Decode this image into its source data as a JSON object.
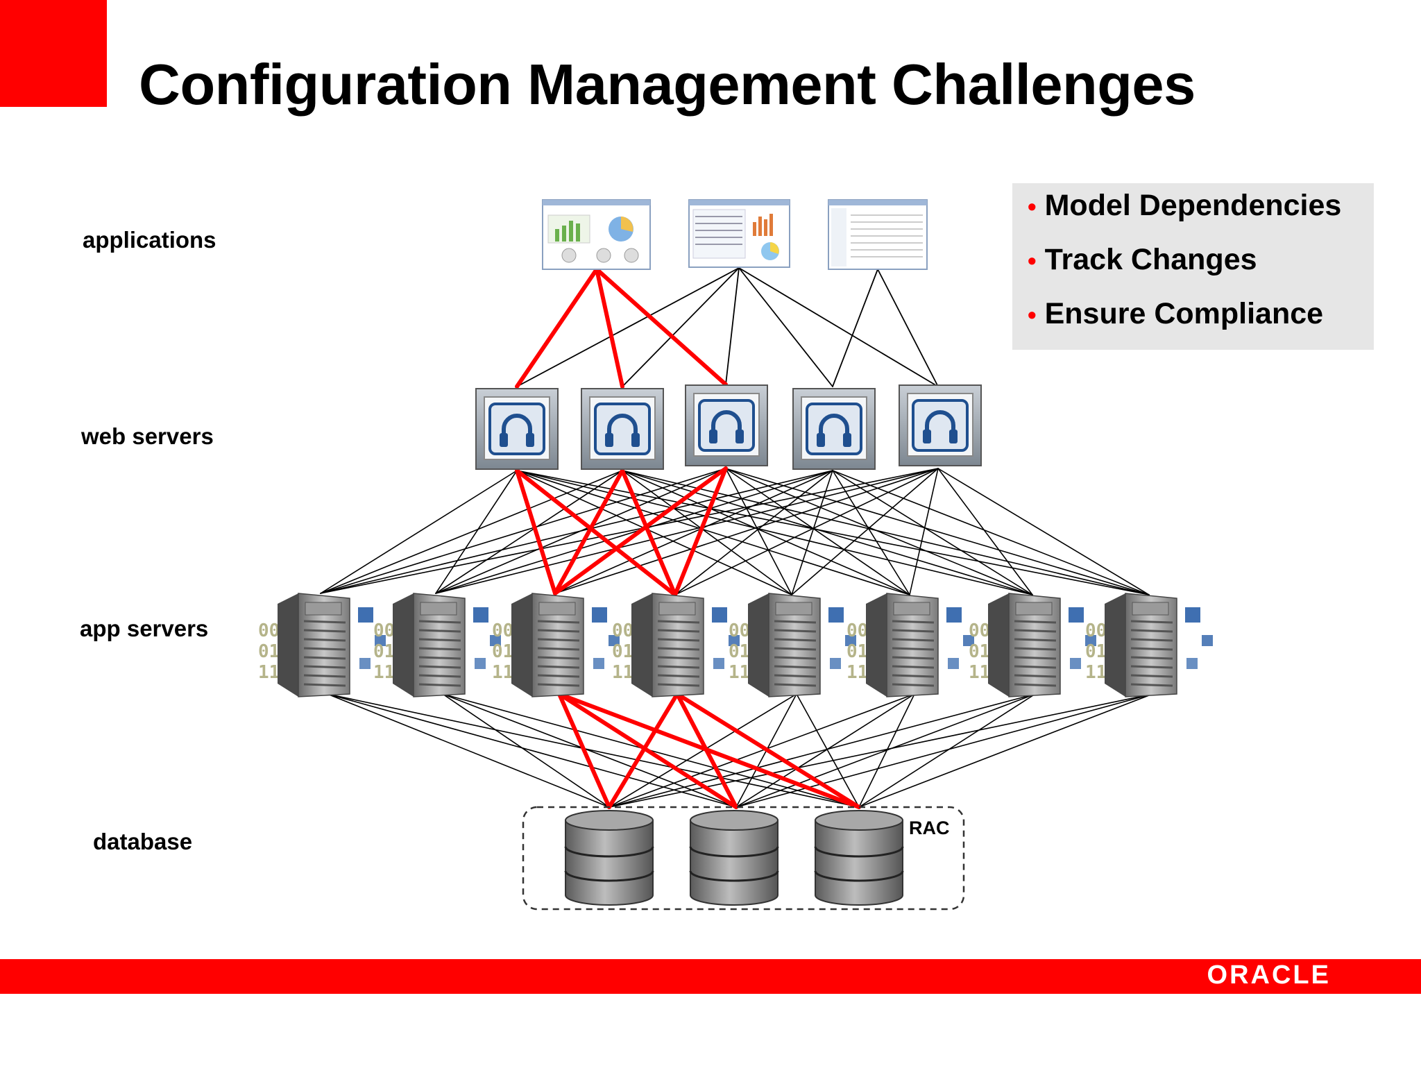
{
  "title": "Configuration Management Challenges",
  "tiers": {
    "applications": "applications",
    "web_servers": "web servers",
    "app_servers": "app servers",
    "database": "database"
  },
  "bullets": [
    "Model Dependencies",
    "Track Changes",
    "Ensure Compliance"
  ],
  "rac_label": "RAC",
  "binary_lines": [
    "0010",
    "0101",
    "1101"
  ],
  "logo_text": "ORACLE",
  "colors": {
    "accent": "#ff0000",
    "link": "#000000",
    "highlight_link": "#ff0000",
    "box": "#e6e6e6"
  }
}
